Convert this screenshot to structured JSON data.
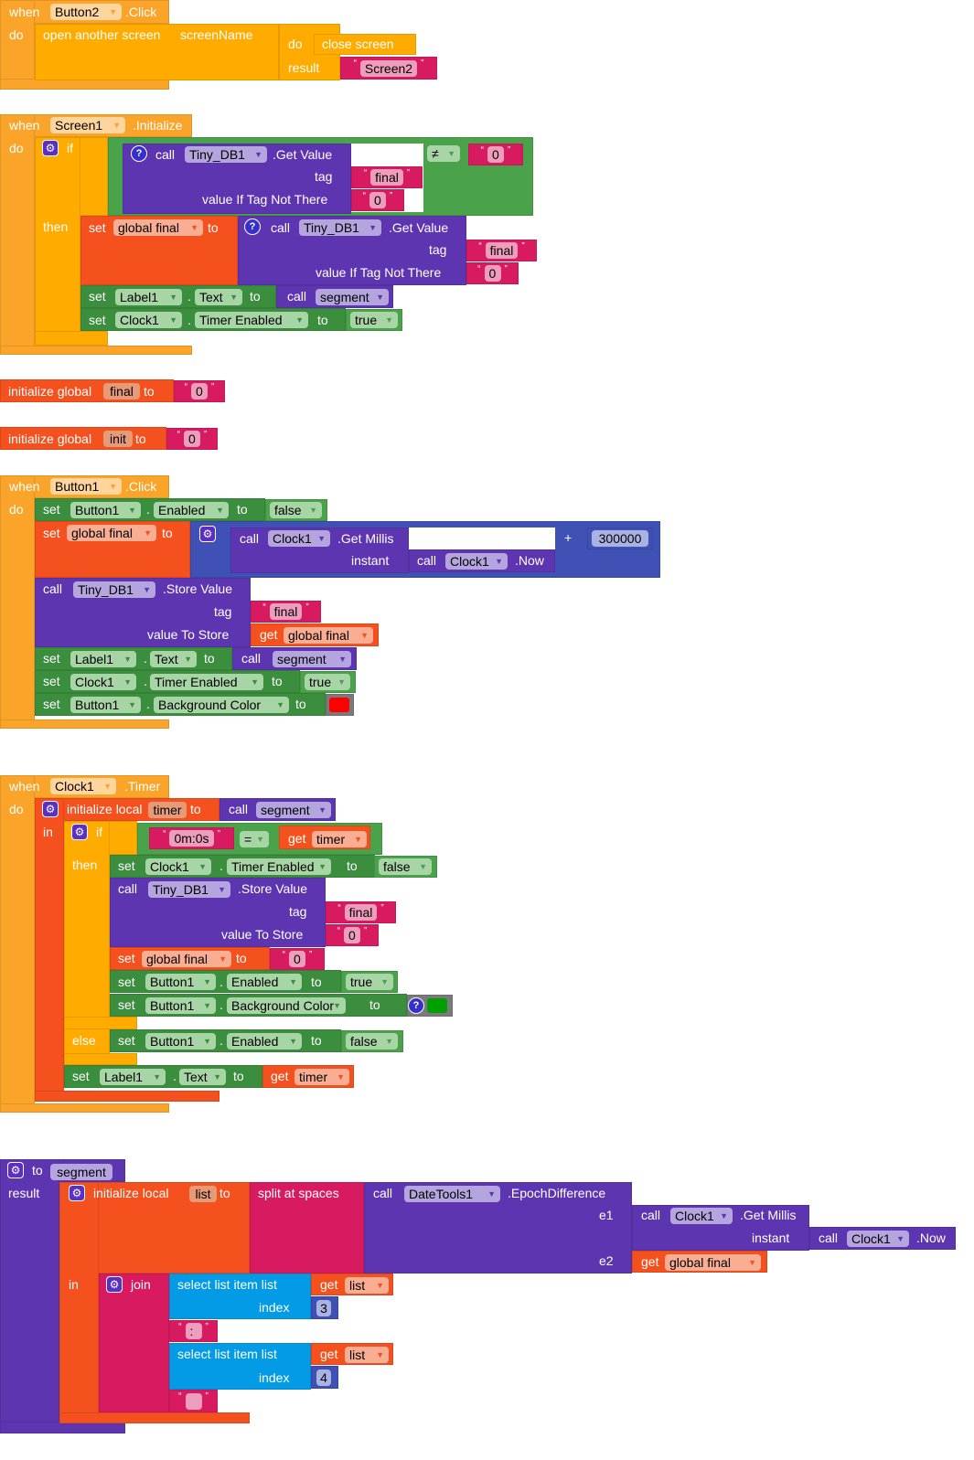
{
  "k": {
    "when": "when",
    "do": "do",
    "set": "set",
    "to": "to",
    "call": "call",
    "get": "get",
    "dot": ".",
    "if": "if",
    "then": "then",
    "else": "else",
    "in": "in",
    "tag": "tag",
    "result": "result",
    "init_global": "initialize global",
    "init_local": "initialize local",
    "value_to_store": "value To Store",
    "value_if_not": "value If Tag Not There",
    "instant": "instant",
    "open_quote": "“",
    "close_quote": "”",
    "arrow": "▼"
  },
  "icons": {
    "gear": "gear-icon",
    "question": "question-mark-icon",
    "dropdown": "chevron-down-icon"
  },
  "colors": {
    "event": "#FBA42A",
    "control": "#FFAB00",
    "text": "#D81B60",
    "procedure": "#5E35B1",
    "variable": "#F4511E",
    "component_set": "#3B8E3E",
    "logic": "#4AA24A",
    "math": "#3F51B5",
    "list": "#039BE5",
    "color_block": "#7A7A7A",
    "red_swatch": "#FF0000",
    "green_swatch": "#00A000"
  },
  "b1": {
    "component": "Button2",
    "event": ".Click",
    "open_screen": "open another screen",
    "screen_name_param": "screenName",
    "close_screen": "close screen",
    "screen_value": "Screen2"
  },
  "b2": {
    "component": "Screen1",
    "event": ".Initialize",
    "neq": "≠",
    "compare_value": "0",
    "db": "Tiny_DB1",
    "get_value": ".Get Value",
    "tag_value": "final",
    "default_value": "0",
    "var": "global final",
    "label": "Label1",
    "text_prop": "Text",
    "proc": "segment",
    "clock": "Clock1",
    "timer_enabled": "Timer Enabled",
    "true": "true"
  },
  "g1": {
    "name": "final",
    "value": "0"
  },
  "g2": {
    "name": "init",
    "value": "0"
  },
  "b3": {
    "component": "Button1",
    "event": ".Click",
    "button": "Button1",
    "enabled": "Enabled",
    "false": "false",
    "var": "global final",
    "clock": "Clock1",
    "get_millis": ".Get Millis",
    "now": ".Now",
    "plus": "+",
    "addend": "300000",
    "db": "Tiny_DB1",
    "store_value": ".Store Value",
    "tag_value": "final",
    "label": "Label1",
    "text_prop": "Text",
    "proc": "segment",
    "timer_enabled": "Timer Enabled",
    "true": "true",
    "bg_color": "Background Color"
  },
  "b4": {
    "component": "Clock1",
    "event": ".Timer",
    "local_name": "timer",
    "proc": "segment",
    "compare_value": "0m:0s",
    "eq": "=",
    "clock": "Clock1",
    "timer_enabled": "Timer Enabled",
    "false": "false",
    "db": "Tiny_DB1",
    "store_value": ".Store Value",
    "tag_value": "final",
    "stored_value": "0",
    "var": "global final",
    "reset_value": "0",
    "button": "Button1",
    "enabled": "Enabled",
    "true": "true",
    "bg_color": "Background Color",
    "label": "Label1",
    "text_prop": "Text"
  },
  "b5": {
    "proc_name": "segment",
    "local_name": "list",
    "split": "split at spaces",
    "datetools": "DateTools1",
    "epoch_diff": ".EpochDifference",
    "e1": "e1",
    "e2": "e2",
    "clock": "Clock1",
    "get_millis": ".Get Millis",
    "now": ".Now",
    "var": "global final",
    "join": "join",
    "select_list": "select list item  list",
    "index": "index",
    "index1": "3",
    "separator": ":",
    "index2": "4",
    "empty_string": ""
  }
}
